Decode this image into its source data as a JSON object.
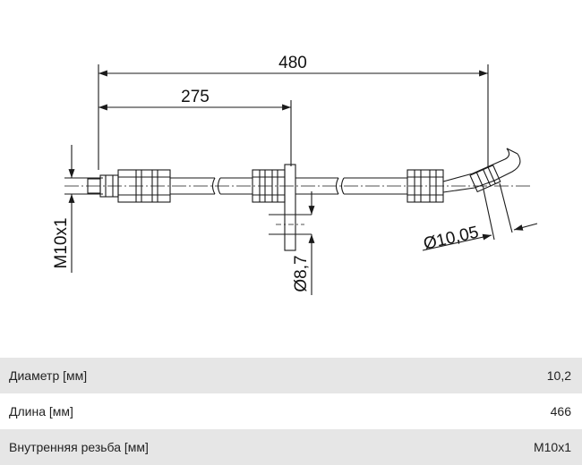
{
  "drawing": {
    "dimensions": {
      "overall_length": "480",
      "bracket_position": "275",
      "thread": "M10x1",
      "hole_diameter": "Ø8,7",
      "tube_diameter": "Ø10,05"
    }
  },
  "specs": [
    {
      "label": "Диаметр [мм]",
      "value": "10,2"
    },
    {
      "label": "Длина [мм]",
      "value": "466"
    },
    {
      "label": "Внутренняя резьба [мм]",
      "value": "M10x1"
    }
  ],
  "colors": {
    "line": "#1a1a1a",
    "row_shade": "#e6e6e6"
  }
}
